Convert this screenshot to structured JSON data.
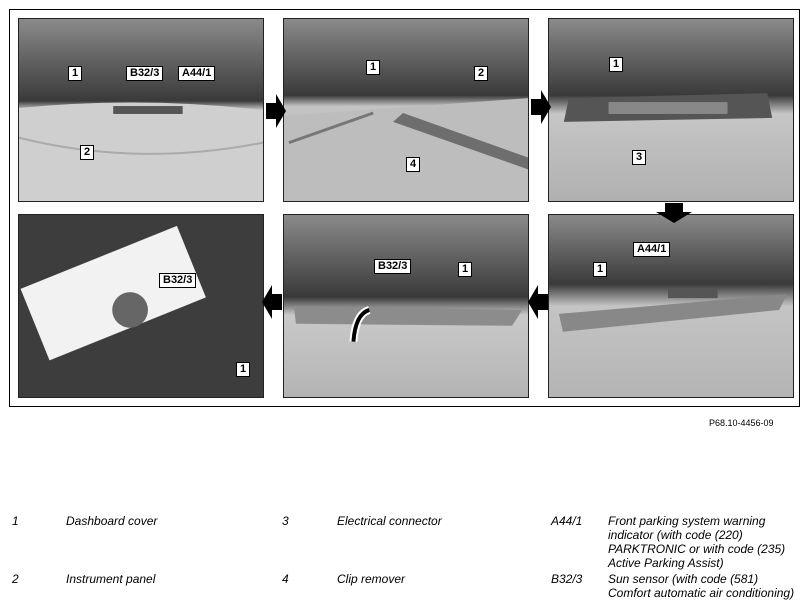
{
  "figure_ref": "P68.10-4456-09",
  "panels": [
    {
      "id": "p1",
      "labels": [
        "1",
        "B32/3",
        "A44/1",
        "2"
      ]
    },
    {
      "id": "p2",
      "labels": [
        "1",
        "2",
        "4"
      ]
    },
    {
      "id": "p3",
      "labels": [
        "1",
        "3"
      ]
    },
    {
      "id": "p4",
      "labels": [
        "B32/3",
        "1"
      ]
    },
    {
      "id": "p5",
      "labels": [
        "B32/3",
        "1"
      ]
    },
    {
      "id": "p6",
      "labels": [
        "A44/1",
        "1"
      ]
    }
  ],
  "legend": [
    {
      "num": "1",
      "text": "Dashboard cover"
    },
    {
      "num": "2",
      "text": "Instrument panel"
    },
    {
      "num": "3",
      "text": "Electrical connector"
    },
    {
      "num": "4",
      "text": "Clip remover"
    },
    {
      "num": "A44/1",
      "lines": [
        "Front parking system warning",
        "indicator (with code (220)",
        "PARKTRONIC or with code (235)",
        "Active Parking Assist)"
      ]
    },
    {
      "num": "B32/3",
      "lines": [
        "Sun sensor (with code (581)",
        "Comfort automatic air conditioning)"
      ]
    }
  ]
}
